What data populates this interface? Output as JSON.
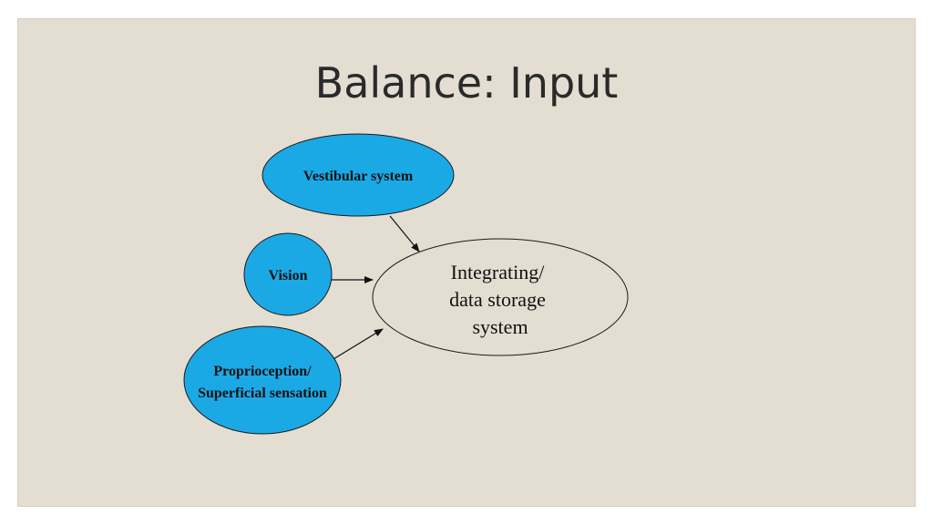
{
  "slide": {
    "title": "Balance: Input"
  },
  "diagram": {
    "nodes": {
      "vestibular": {
        "label": "Vestibular system"
      },
      "vision": {
        "label": "Vision"
      },
      "proprioception": {
        "label_lines": [
          "Proprioception/",
          "Superficial sensation"
        ]
      },
      "integrating": {
        "label_lines": [
          "Integrating/",
          "data storage",
          "system"
        ]
      }
    },
    "colors": {
      "input_fill": "#1ba9e6",
      "input_stroke": "#1a1a1a",
      "center_fill": "#e4ddd2",
      "arrow": "#111111"
    }
  }
}
